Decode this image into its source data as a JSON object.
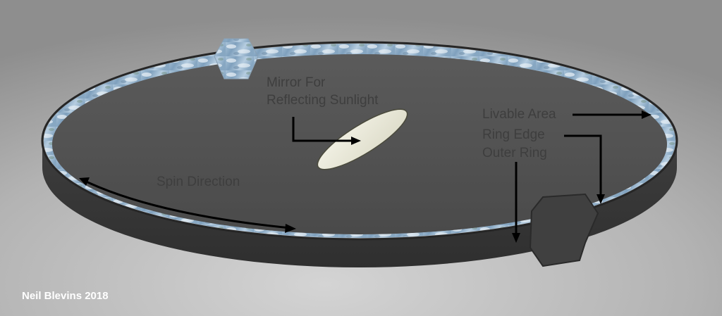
{
  "labels": {
    "mirror_line1": "Mirror For",
    "mirror_line2": "Reflecting Sunlight",
    "spin": "Spin Direction",
    "livable": "Livable Area",
    "ring_edge": "Ring Edge",
    "outer_ring": "Outer Ring",
    "credit": "Neil Blevins 2018"
  },
  "colors": {
    "background_light": "#cfcfcf",
    "background_dark": "#8f8f8f",
    "ring_outer": "#3c3c3c",
    "ring_rim": "#262626",
    "livable_surface": "#8fb0c9",
    "mirror": "#ecebdc",
    "arrow": "#000000",
    "label_text": "#3e3e3e",
    "credit_text": "#ffffff"
  }
}
